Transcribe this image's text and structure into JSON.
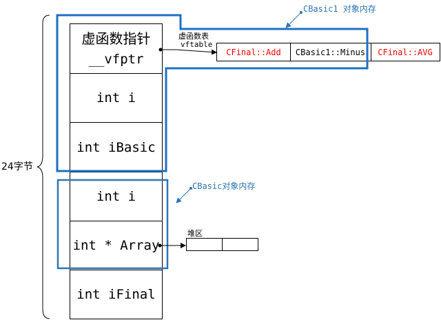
{
  "size_label": "24字节",
  "cells": {
    "vfptr_cn": "虚函数指针",
    "vfptr": "__vfptr",
    "int_i_1": "int i",
    "int_ibasic": "int iBasic",
    "int_i_2": "int i",
    "int_array": "int * Array",
    "int_ifinal": "int iFinal"
  },
  "vftable": {
    "label_cn": "虚函数表",
    "label": "vftable",
    "entries": [
      {
        "text": "CFinal::Add",
        "color": "#ff0000"
      },
      {
        "text": "CBasic1::Minus",
        "color": "#000000"
      },
      {
        "text": "CFinal::AVG",
        "color": "#ff0000"
      }
    ]
  },
  "heap_label": "堆区",
  "annotations": {
    "cbasic1": "CBasic1 对象内存",
    "cbasic": "CBasic对象内存"
  },
  "colors": {
    "outline_blue": "#1f6fc5",
    "annotation_blue": "#2e75b6",
    "red": "#ff0000"
  }
}
